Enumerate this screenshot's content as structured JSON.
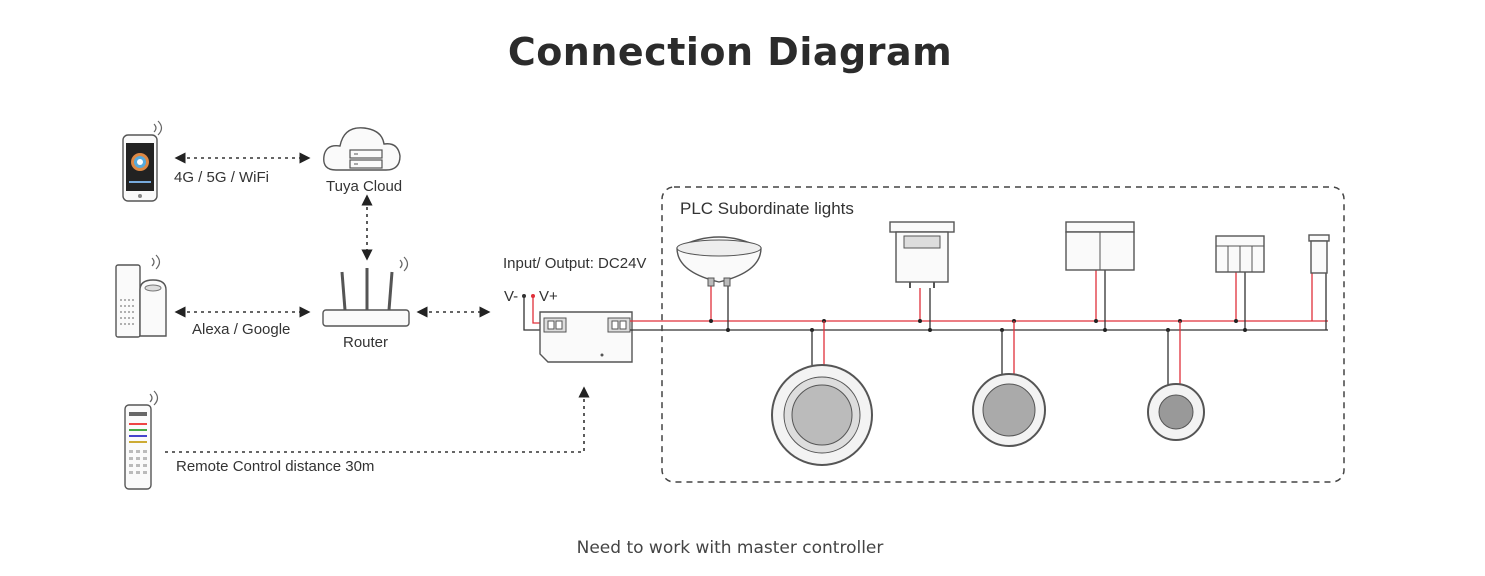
{
  "title": "Connection Diagram",
  "footer": "Need to work with master controller",
  "labels": {
    "network": "4G / 5G / WiFi",
    "cloud": "Tuya Cloud",
    "voice": "Alexa / Google",
    "router": "Router",
    "remote": "Remote Control distance 30m",
    "io": "Input/ Output: DC24V",
    "v_minus": "V-",
    "v_plus": "V+",
    "plc": "PLC Subordinate lights"
  },
  "colors": {
    "wire_positive": "#e0303a",
    "wire_negative": "#333333"
  },
  "icons": [
    "smartphone-icon",
    "cloud-icon",
    "smart-speaker-icon",
    "router-icon",
    "remote-icon",
    "controller-icon",
    "par-lamp-icon",
    "flood-light-icon",
    "wall-light-icon",
    "grid-light-icon",
    "spike-light-icon",
    "pool-light-icon"
  ]
}
